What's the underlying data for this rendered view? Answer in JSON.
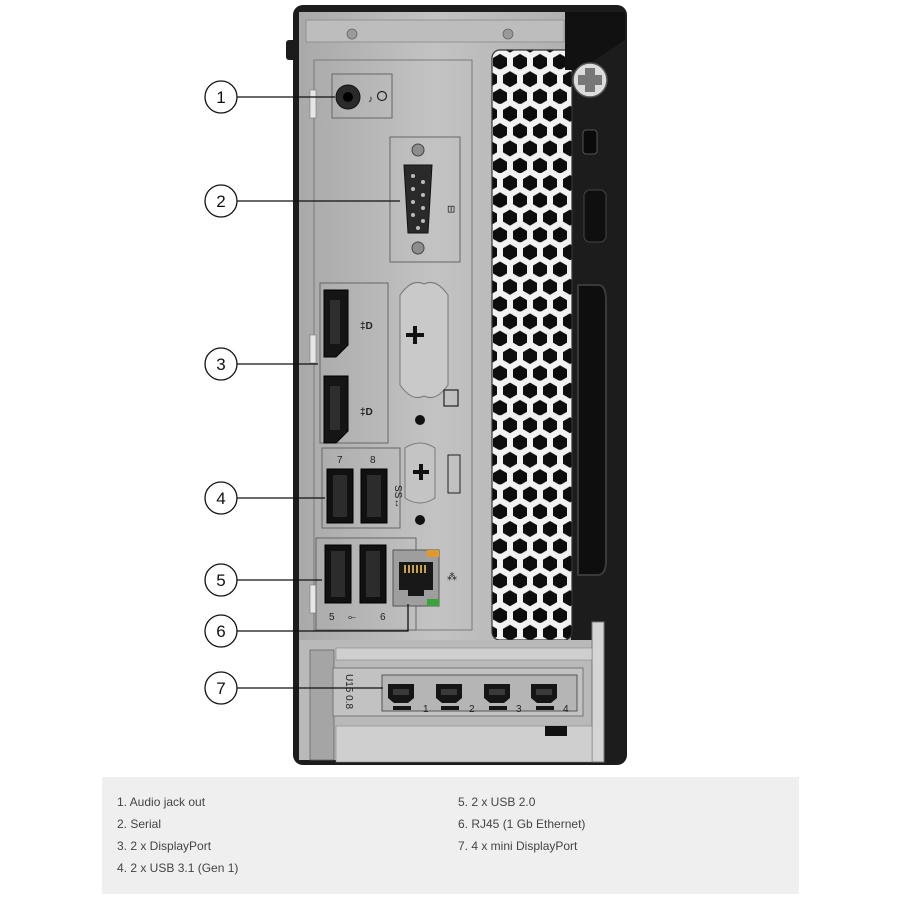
{
  "callouts": [
    {
      "number": "1"
    },
    {
      "number": "2"
    },
    {
      "number": "3"
    },
    {
      "number": "4"
    },
    {
      "number": "5"
    },
    {
      "number": "6"
    },
    {
      "number": "7"
    }
  ],
  "port_numbers": {
    "usb_top_left": "7",
    "usb_top_right": "8",
    "usb_bottom_left": "5",
    "usb_bottom_right": "6",
    "minidp": [
      "1",
      "2",
      "3",
      "4"
    ]
  },
  "legend": {
    "left": [
      "1. Audio jack out",
      "2. Serial",
      "3. 2 x DisplayPort",
      "4. 2 x USB 3.1 (Gen 1)"
    ],
    "right": [
      "5. 2 x USB 2.0",
      "6. RJ45 (1 Gb Ethernet)",
      "7. 4 x mini DisplayPort"
    ]
  },
  "colors": {
    "chassis": "#1c1c1c",
    "panel": "#b7b7b7",
    "port_black": "#141414",
    "ethernet_green": "#3aa33a",
    "ethernet_orange": "#e09a2c",
    "legend_bg": "#efefef",
    "legend_text": "#444444"
  }
}
